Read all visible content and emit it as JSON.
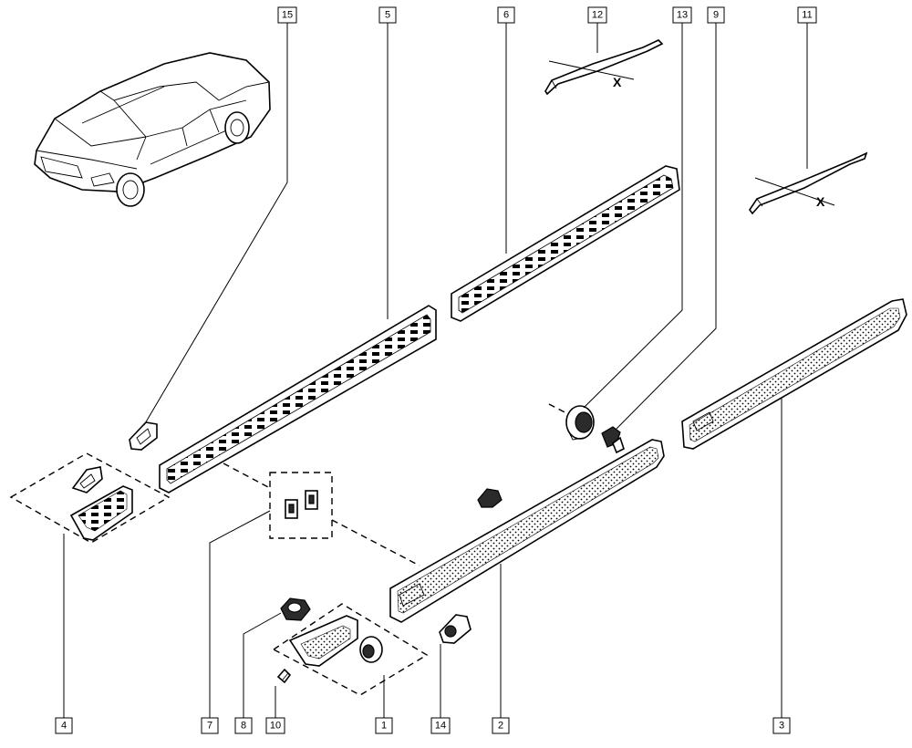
{
  "callouts": [
    {
      "id": "15",
      "label": "15"
    },
    {
      "id": "5",
      "label": "5"
    },
    {
      "id": "6",
      "label": "6"
    },
    {
      "id": "12",
      "label": "12"
    },
    {
      "id": "13",
      "label": "13"
    },
    {
      "id": "9",
      "label": "9"
    },
    {
      "id": "11",
      "label": "11"
    },
    {
      "id": "4",
      "label": "4"
    },
    {
      "id": "7",
      "label": "7"
    },
    {
      "id": "8",
      "label": "8"
    },
    {
      "id": "10",
      "label": "10"
    },
    {
      "id": "1",
      "label": "1"
    },
    {
      "id": "14",
      "label": "14"
    },
    {
      "id": "2",
      "label": "2"
    },
    {
      "id": "3",
      "label": "3"
    }
  ],
  "section_marks": {
    "x_upper": "X",
    "x_right": "X"
  },
  "colors": {
    "ink": "#000000",
    "paper": "#ffffff"
  }
}
